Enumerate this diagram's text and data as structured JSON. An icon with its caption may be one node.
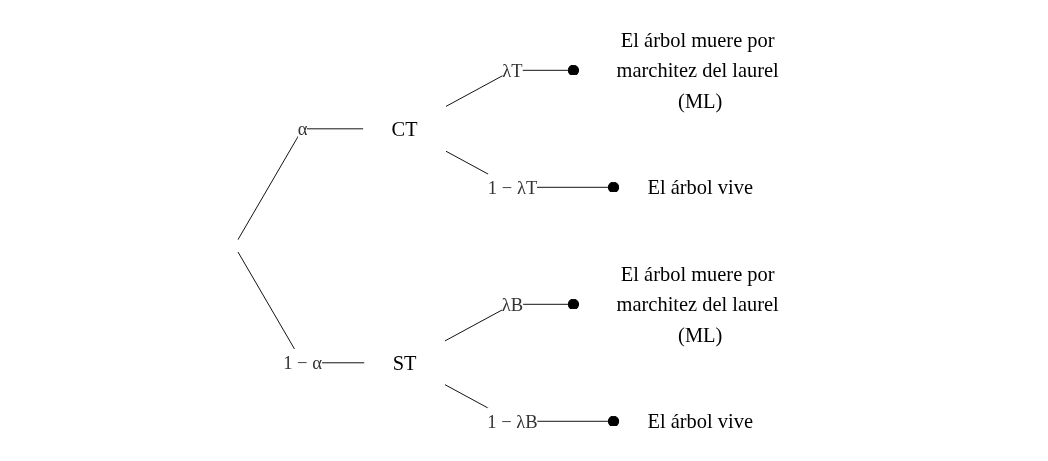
{
  "diagram": {
    "nodes": [
      {
        "text": [
          "CT"
        ]
      },
      {
        "text": [
          "ST"
        ]
      },
      {
        "text": [
          "El árbol muere por marchitez del laurel (ML)"
        ]
      },
      {
        "text": [
          "El árbol vive"
        ]
      },
      {
        "text": [
          "El árbol muere por marchitez del laurel (ML)"
        ]
      },
      {
        "text": [
          "El árbol vive"
        ]
      }
    ],
    "edges": [
      {
        "from": null,
        "to": 0,
        "arrow": "none",
        "label": "α"
      },
      {
        "from": null,
        "to": 1,
        "arrow": "none",
        "label": "1 − α"
      },
      {
        "from": 0,
        "to": 2,
        "arrow": "other",
        "label": "λT"
      },
      {
        "from": 0,
        "to": 3,
        "arrow": "other",
        "label": "1 − λT"
      },
      {
        "from": 1,
        "to": 4,
        "arrow": "other",
        "label": "λB"
      },
      {
        "from": 1,
        "to": 5,
        "arrow": "other",
        "label": "1 − λB"
      }
    ]
  }
}
